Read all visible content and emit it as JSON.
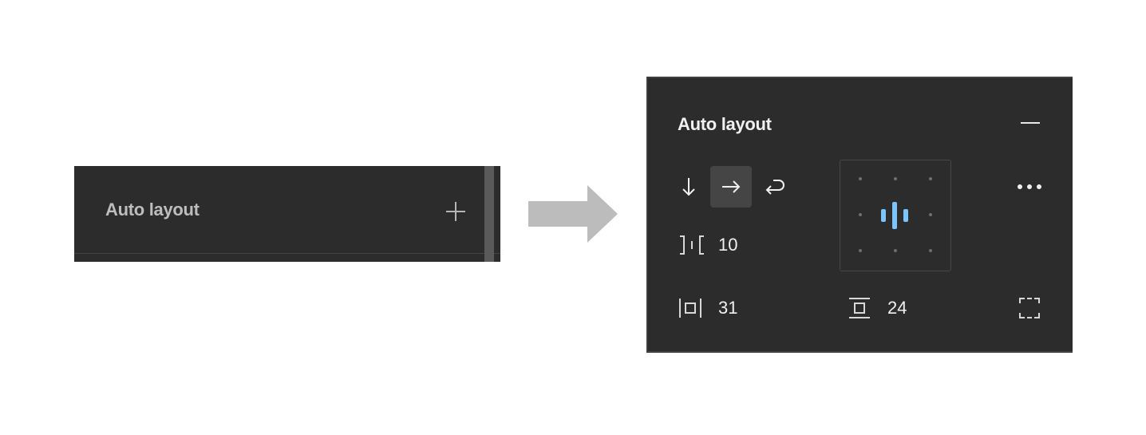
{
  "before_panel": {
    "title": "Auto layout",
    "add_icon": "plus-icon"
  },
  "transition": {
    "icon": "right-arrow-icon",
    "color": "#bcbcbc"
  },
  "after_panel": {
    "title": "Auto layout",
    "collapse_icon": "minus-icon",
    "direction_options": [
      {
        "icon": "arrow-down-icon",
        "selected": false
      },
      {
        "icon": "arrow-right-icon",
        "selected": true
      },
      {
        "icon": "wrap-icon",
        "selected": false
      }
    ],
    "gap": {
      "icon": "gap-icon",
      "value": "10"
    },
    "horizontal_padding": {
      "icon": "horizontal-padding-icon",
      "value": "31"
    },
    "vertical_padding": {
      "icon": "vertical-padding-icon",
      "value": "24"
    },
    "alignment": {
      "selected": "center-left",
      "accent": "#7cc4fa"
    },
    "more_icon": "ellipsis-icon",
    "clip_icon": "clip-content-icon"
  },
  "colors": {
    "panel_bg": "#2c2c2c",
    "text": "#f0f0f0",
    "muted_text": "#bdbdbd",
    "accent": "#7cc4fa"
  }
}
